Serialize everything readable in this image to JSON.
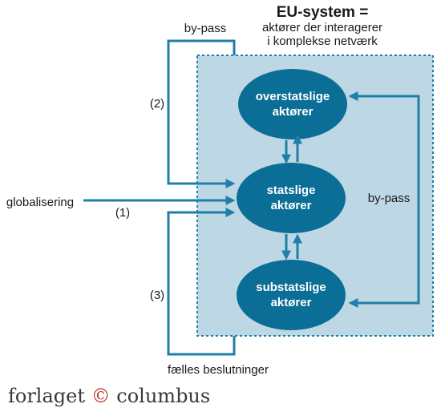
{
  "title": {
    "main": "EU-system =",
    "line2": "aktører der interagerer",
    "line3": "i komplekse netværk"
  },
  "nodes": {
    "top": {
      "line1": "overstatslige",
      "line2": "aktører"
    },
    "middle": {
      "line1": "statslige",
      "line2": "aktører"
    },
    "bottom": {
      "line1": "substatslige",
      "line2": "aktører"
    }
  },
  "labels": {
    "bypass_top": "by-pass",
    "bypass_right": "by-pass",
    "globalisering": "globalisering",
    "path1": "(1)",
    "path2": "(2)",
    "path3": "(3)",
    "faelles": "fælles beslutninger"
  },
  "footer": {
    "word1": "forlaget",
    "copyright": "©",
    "word2": "columbus"
  },
  "colors": {
    "node_fill": "#0a6e96",
    "arrow": "#1f7fa8",
    "system_bg": "#bdd7e5",
    "system_border": "#1f7fa8"
  }
}
